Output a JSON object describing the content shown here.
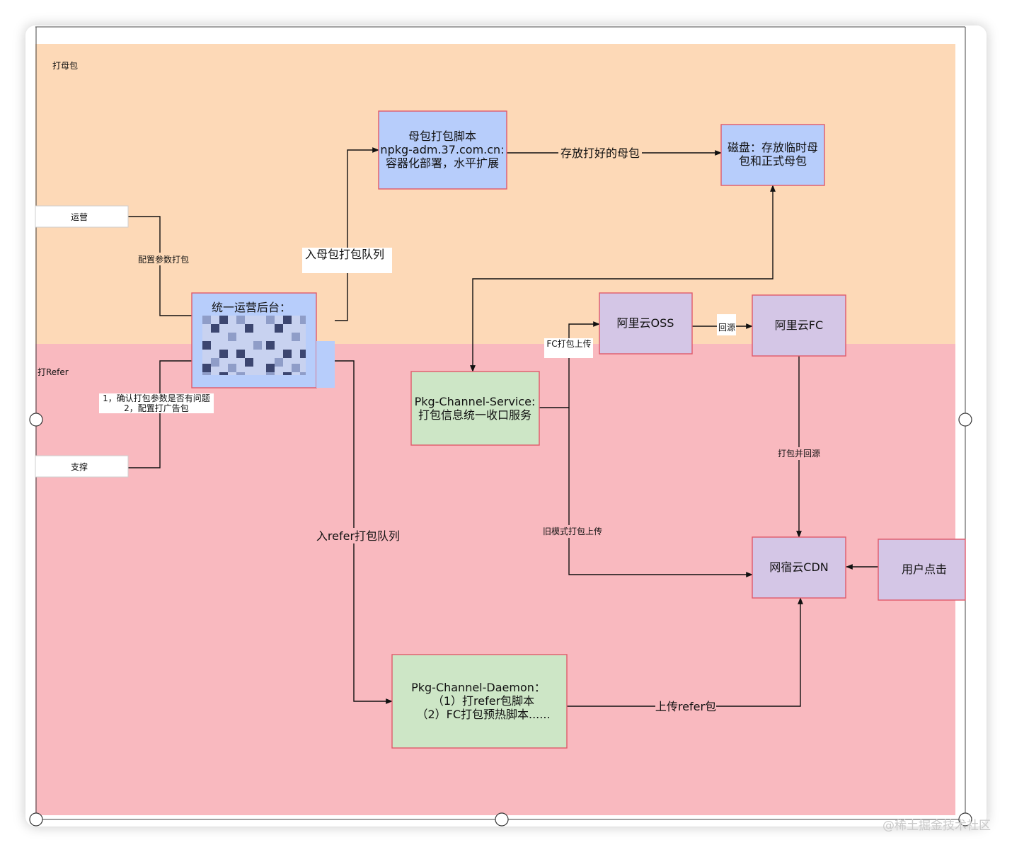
{
  "colors": {
    "lane_top": "#fdd9b7",
    "lane_bottom": "#f9b9bf",
    "blue_fill": "#b7cdfb",
    "purple_fill": "#d4c6e6",
    "green_fill": "#cde6c6",
    "node_border": "#e05a6a",
    "edge": "#111111",
    "pixel_light": "#c8d2f0",
    "pixel_mid": "#8f9dc8",
    "pixel_dark": "#3c4670"
  },
  "lanes": {
    "top": "打母包",
    "bottom": "打Refer"
  },
  "nodes": {
    "yunying": "运营",
    "zhicheng": "支撑",
    "platform": "统一运营后台：",
    "mother_script": [
      "母包打包脚本",
      "npkg-adm.37.com.cn:",
      "容器化部署，水平扩展"
    ],
    "disk": [
      "磁盘：存放临时母",
      "包和正式母包"
    ],
    "oss": "阿里云OSS",
    "fc": "阿里云FC",
    "service": [
      "Pkg-Channel-Service:",
      "打包信息统一收口服务"
    ],
    "cdn": "网宿云CDN",
    "user_click": "用户点击",
    "daemon": [
      "Pkg-Channel-Daemon：",
      "（1）打refer包脚本",
      "（2）FC打包预热脚本......"
    ]
  },
  "edges": {
    "config_pack": "配置参数打包",
    "confirm": [
      "1，确认打包参数是否有问题",
      "2，配置打广告包"
    ],
    "enqueue_mother": "入母包打包队列",
    "store_mother": "存放打好的母包",
    "fc_upload": "FC打包上传",
    "back_source": "回源",
    "pack_back_source": "打包并回源",
    "legacy_upload": "旧模式打包上传",
    "enqueue_refer": "入refer打包队列",
    "upload_refer": "上传refer包"
  },
  "watermark": "@稀土掘金技术社区"
}
